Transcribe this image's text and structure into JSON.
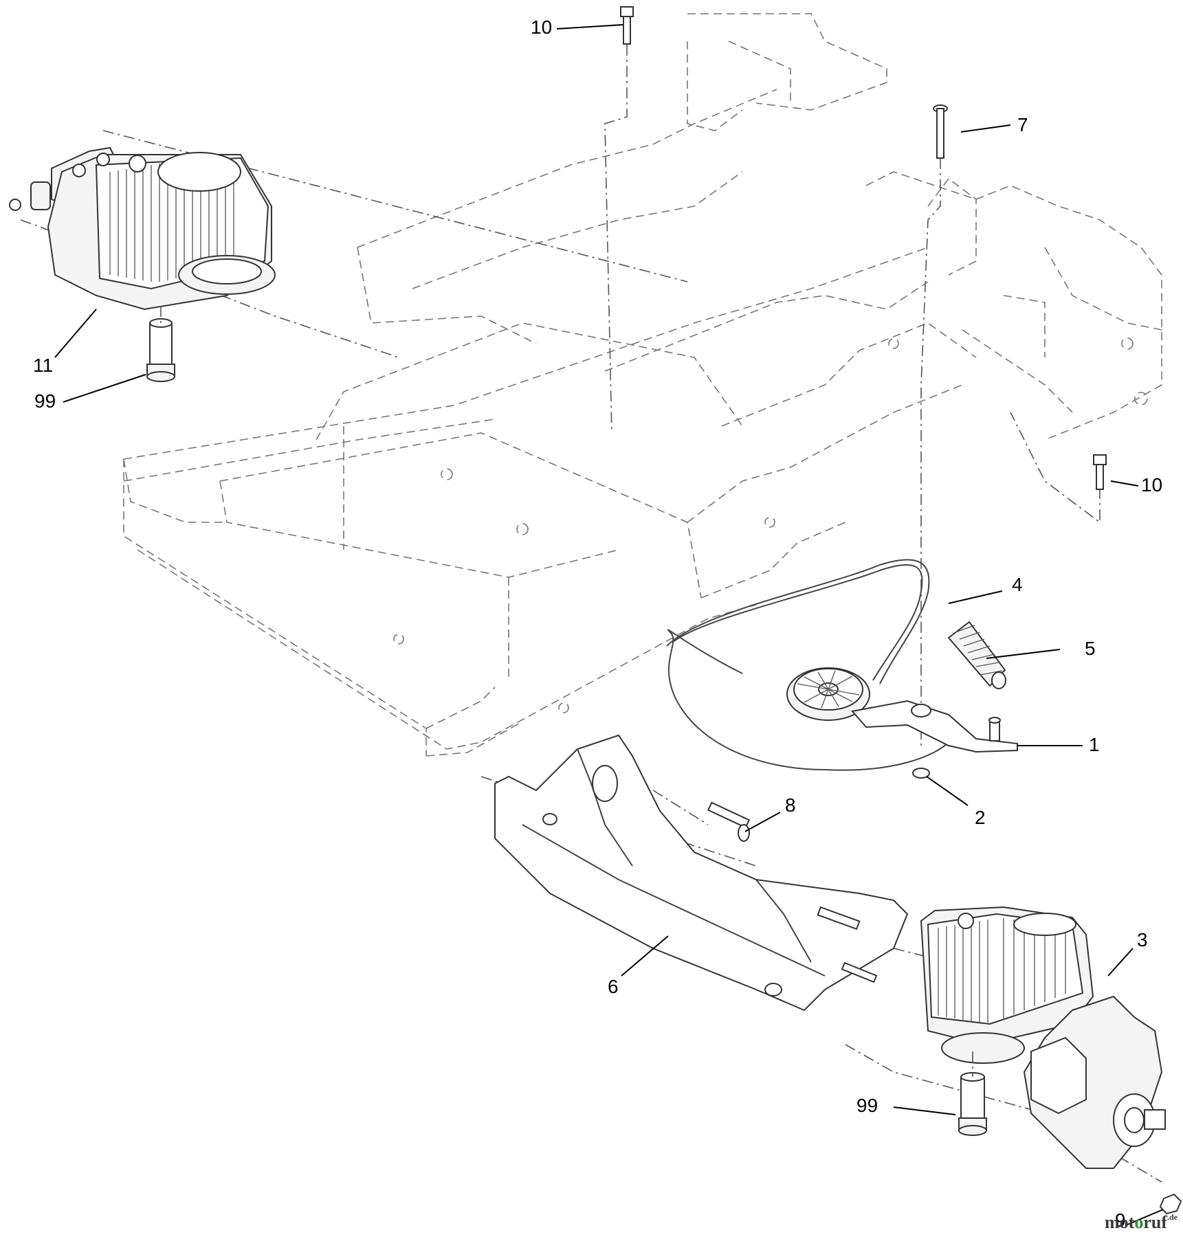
{
  "callouts": [
    {
      "id": "c10a",
      "label": "10"
    },
    {
      "id": "c7",
      "label": "7"
    },
    {
      "id": "c11",
      "label": "11"
    },
    {
      "id": "c99a",
      "label": "99"
    },
    {
      "id": "c10b",
      "label": "10"
    },
    {
      "id": "c4",
      "label": "4"
    },
    {
      "id": "c5",
      "label": "5"
    },
    {
      "id": "c1",
      "label": "1"
    },
    {
      "id": "c2",
      "label": "2"
    },
    {
      "id": "c8",
      "label": "8"
    },
    {
      "id": "c3",
      "label": "3"
    },
    {
      "id": "c6",
      "label": "6"
    },
    {
      "id": "c99b",
      "label": "99"
    },
    {
      "id": "c9",
      "label": "9"
    }
  ],
  "watermark": {
    "prefix": "mot",
    "accent": "o",
    "suffix": "ruf",
    "domain": ".de"
  }
}
